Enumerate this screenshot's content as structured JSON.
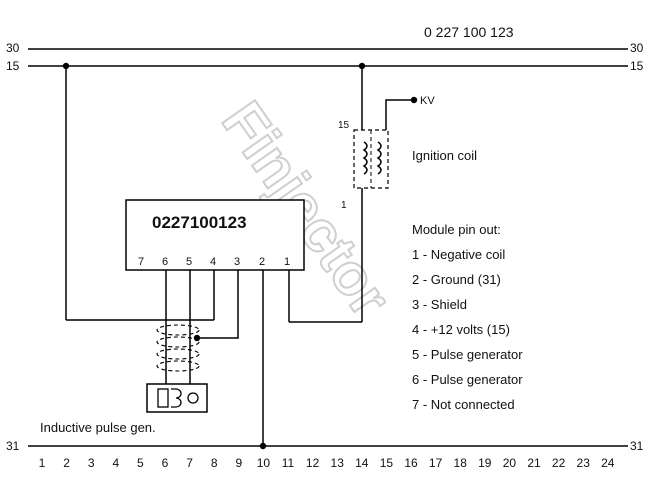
{
  "part_number": "0 227 100 123",
  "rails": {
    "r30": "30",
    "r15": "15",
    "r31": "31"
  },
  "coil": {
    "label": "Ignition coil",
    "pin15": "15",
    "pin1": "1",
    "kv": "KV"
  },
  "module": {
    "id": "0227100123",
    "pins": [
      "7",
      "6",
      "5",
      "4",
      "3",
      "2",
      "1"
    ]
  },
  "pinout": {
    "title": "Module pin out:",
    "items": [
      "1 - Negative coil",
      "2 - Ground (31)",
      "3 - Shield",
      "4 - +12 volts (15)",
      "5 - Pulse generator",
      "6 - Pulse generator",
      "7 - Not connected"
    ]
  },
  "sensor_label": "Inductive pulse gen.",
  "scale": [
    "1",
    "2",
    "3",
    "4",
    "5",
    "6",
    "7",
    "8",
    "9",
    "10",
    "11",
    "12",
    "13",
    "14",
    "15",
    "16",
    "17",
    "18",
    "19",
    "20",
    "21",
    "22",
    "23",
    "24"
  ],
  "watermark": "Finjector"
}
